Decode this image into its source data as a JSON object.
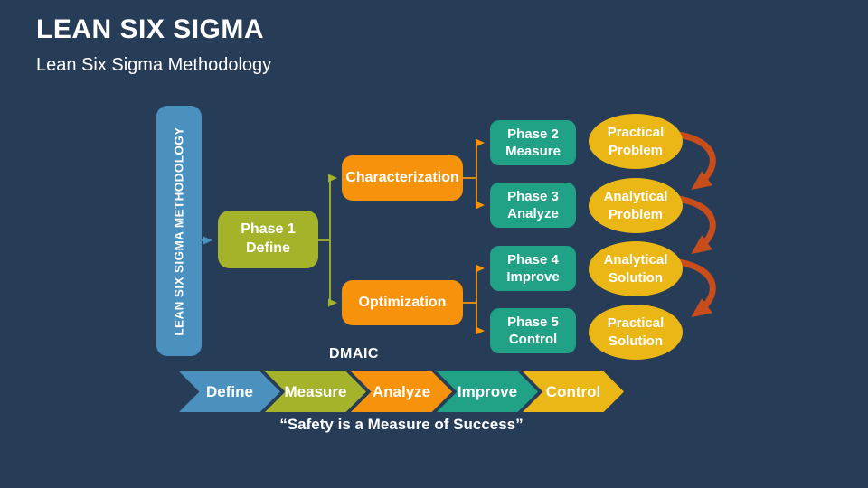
{
  "slide": {
    "title": "LEAN SIX SIGMA",
    "subtitle": "Lean Six Sigma Methodology"
  },
  "diagram": {
    "methodology_bar": "LEAN SIX SIGMA METHODOLOGY",
    "phase1": {
      "line1": "Phase 1",
      "line2": "Define"
    },
    "branch_top": "Characterization",
    "branch_bottom": "Optimization",
    "phases": [
      {
        "line1": "Phase 2",
        "line2": "Measure"
      },
      {
        "line1": "Phase 3",
        "line2": "Analyze"
      },
      {
        "line1": "Phase 4",
        "line2": "Improve"
      },
      {
        "line1": "Phase 5",
        "line2": "Control"
      }
    ],
    "problem_flow": [
      {
        "line1": "Practical",
        "line2": "Problem"
      },
      {
        "line1": "Analytical",
        "line2": "Problem"
      },
      {
        "line1": "Analytical",
        "line2": "Solution"
      },
      {
        "line1": "Practical",
        "line2": "Solution"
      }
    ],
    "dmaic_label": "DMAIC",
    "quote": "“Safety is a Measure of Success”"
  },
  "chevrons": [
    {
      "label": "Define",
      "color": "#4A91BF"
    },
    {
      "label": "Measure",
      "color": "#A5B32B"
    },
    {
      "label": "Analyze",
      "color": "#F6920B"
    },
    {
      "label": "Improve",
      "color": "#21A186"
    },
    {
      "label": "Control",
      "color": "#EBB717"
    }
  ],
  "colors": {
    "background": "#273C57",
    "bar_blue": "#4A91BF",
    "olive": "#A5B32B",
    "orange": "#F6920B",
    "teal": "#21A186",
    "yellow": "#EBB717",
    "arrow_rust": "#C84D1B",
    "text": "#FFFFFF"
  }
}
